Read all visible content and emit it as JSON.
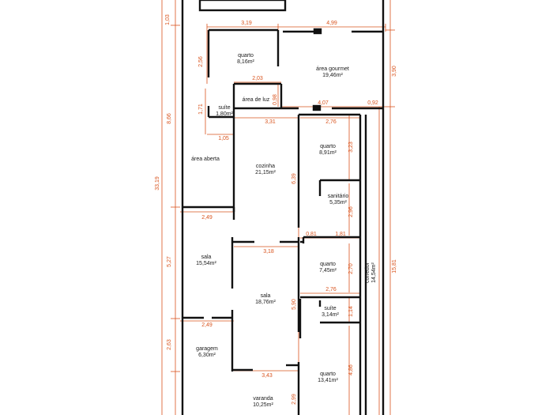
{
  "colors": {
    "wall": "#111111",
    "dimension": "#d9541e",
    "background": "#ffffff"
  },
  "rooms": [
    {
      "id": "quarto-1",
      "name": "quarto",
      "area": "8,16m²"
    },
    {
      "id": "area-gourmet",
      "name": "área gourmet",
      "area": "19,46m²"
    },
    {
      "id": "suite-1",
      "name": "suíte",
      "area": "1,80m²"
    },
    {
      "id": "area-de-luz",
      "name": "área de luz",
      "area": ""
    },
    {
      "id": "area-aberta",
      "name": "área aberta",
      "area": ""
    },
    {
      "id": "cozinha",
      "name": "cozinha",
      "area": "21,15m²"
    },
    {
      "id": "quarto-2",
      "name": "quarto",
      "area": "8,91m²"
    },
    {
      "id": "sanitario",
      "name": "sanitário",
      "area": "5,35m²"
    },
    {
      "id": "sala-1",
      "name": "sala",
      "area": "15,54m²"
    },
    {
      "id": "quarto-3",
      "name": "quarto",
      "area": "7,45m²"
    },
    {
      "id": "corredor",
      "name": "corredor",
      "area": "14,54m²"
    },
    {
      "id": "sala-2",
      "name": "sala",
      "area": "18,76m²"
    },
    {
      "id": "suite-2",
      "name": "suíte",
      "area": "3,14m²"
    },
    {
      "id": "garagem",
      "name": "garagem",
      "area": "6,30m²"
    },
    {
      "id": "quarto-4",
      "name": "quarto",
      "area": "13,41m²"
    },
    {
      "id": "varanda",
      "name": "varanda",
      "area": "10,25m²"
    }
  ],
  "dimensions": [
    "1,03",
    "3,19",
    "4,99",
    "3,90",
    "2,56",
    "2,03",
    "0,98",
    "1,71",
    "4,07",
    "0,92",
    "8,66",
    "3,31",
    "2,76",
    "3,23",
    "1,05",
    "33,19",
    "6,39",
    "2,49",
    "2,96",
    "0,81",
    "1,81",
    "5,27",
    "3,18",
    "2,70",
    "15,81",
    "2,76",
    "5,90",
    "1,14",
    "2,49",
    "2,63",
    "3,43",
    "4,86",
    "2,99"
  ]
}
